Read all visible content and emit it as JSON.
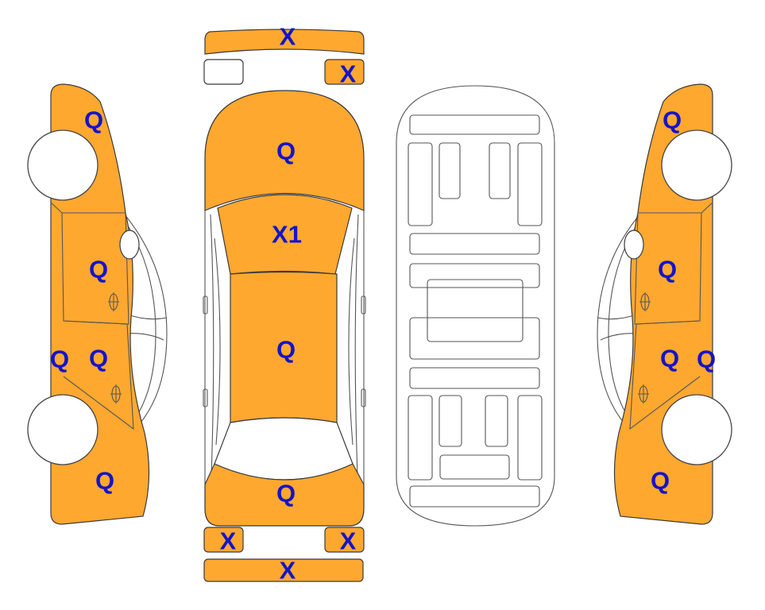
{
  "colors": {
    "damaged_fill": "#ffa830",
    "mark_text": "#1414c8",
    "outline": "#3a3a3a"
  },
  "labels": {
    "front_bumper": "X",
    "front_right_lamp": "X",
    "hood": "Q",
    "windshield": "X1",
    "roof": "Q",
    "trunk": "Q",
    "rear_left_lamp": "X",
    "rear_right_lamp": "X",
    "rear_bumper": "X",
    "left_front_fender": "Q",
    "left_front_door": "Q",
    "left_rear_door": "Q",
    "left_rocker": "Q",
    "left_rear_quarter": "Q",
    "right_front_fender": "Q",
    "right_front_door": "Q",
    "right_rear_door": "Q",
    "right_rocker": "Q",
    "right_rear_quarter": "Q"
  }
}
